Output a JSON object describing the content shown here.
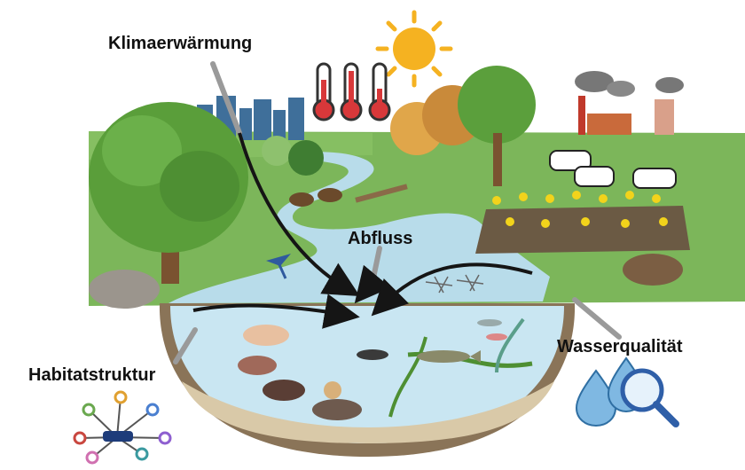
{
  "labels": {
    "climate_warming": "Klimaerwärmung",
    "runoff": "Abfluss",
    "water_quality": "Wasserqualität",
    "habitat_structure": "Habitatstruktur"
  },
  "colors": {
    "grass": "#7cb65a",
    "river": "#b8dcea",
    "water": "#c9e6f2",
    "soil": "#8a7458",
    "sun": "#f5b221",
    "thermometer": "#d8383a",
    "building": "#3f6f9a",
    "arrow": "#151515",
    "grey_line": "#9a9a9a"
  },
  "icons": [
    "sun-icon",
    "thermometer-icon",
    "city-skyline-icon",
    "factory-icon",
    "cow-icon",
    "tree-icon",
    "beaver-icon",
    "bird-icon",
    "dragonfly-icon",
    "fish-icon",
    "water-drop-icon",
    "magnifier-icon",
    "network-icon"
  ]
}
